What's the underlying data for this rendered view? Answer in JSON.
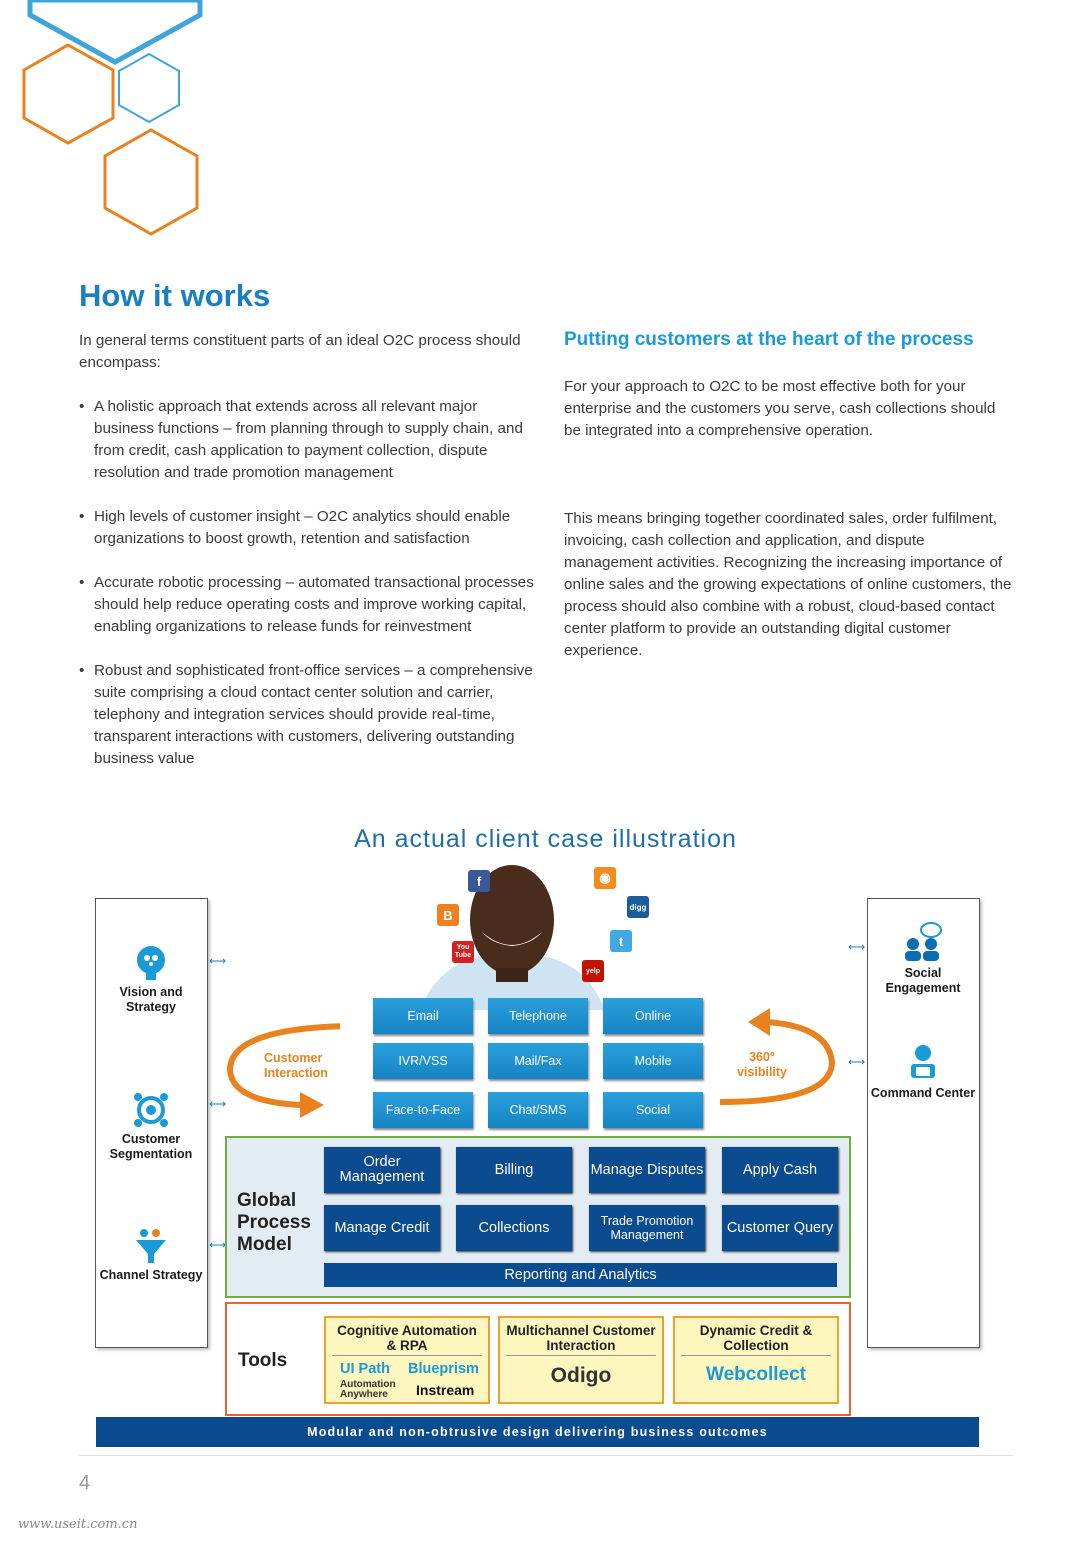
{
  "heading": "How it works",
  "left": {
    "intro": "In general terms constituent parts of an ideal O2C process should encompass:",
    "bullets": [
      "A holistic approach that extends across all relevant major business functions – from planning through to supply chain, and from credit, cash application to payment collection, dispute resolution and trade promotion management",
      "High levels of customer insight – O2C analytics should enable organizations to boost growth, retention and satisfaction",
      "Accurate robotic processing – automated transactional processes should help reduce operating costs and improve working capital, enabling organizations to release funds for reinvestment",
      "Robust and sophisticated front-office services – a comprehensive suite comprising a cloud contact center solution and carrier, telephony and integration services should provide real-time, transparent interactions with customers, delivering outstanding business value"
    ],
    "bullet_char": "•"
  },
  "right": {
    "subheading": "Putting customers at the heart of the process",
    "p1": "For your approach to O2C to be most effective both for your enterprise and the customers you serve, cash collections should be integrated into a comprehensive operation.",
    "p2": "This means bringing together coordinated sales, order fulfilment, invoicing, cash collection and application, and dispute management activities. Recognizing the increasing importance of online sales and the growing expectations of online customers, the process should also combine with a robust, cloud-based contact center platform to provide an outstanding digital customer experience."
  },
  "diagram": {
    "title": "An actual client case illustration",
    "left_panel": [
      "Vision and Strategy",
      "Customer Segmentation",
      "Channel Strategy"
    ],
    "right_panel": [
      "Social Engagement",
      "Command Center"
    ],
    "channels": [
      "Email",
      "Telephone",
      "Online",
      "IVR/VSS",
      "Mail/Fax",
      "Mobile",
      "Face-to-Face",
      "Chat/SMS",
      "Social"
    ],
    "curve_left": "Customer Interaction",
    "curve_right": "360° visibility",
    "gpm_title": "Global Process Model",
    "gpm_items": [
      "Order Management",
      "Billing",
      "Manage Disputes",
      "Apply Cash",
      "Manage Credit",
      "Collections",
      "Trade Promotion Management",
      "Customer Query"
    ],
    "reporting": "Reporting and Analytics",
    "tools_title": "Tools",
    "tools": [
      {
        "header": "Cognitive Automation & RPA",
        "v1": "UI Path",
        "v2": "Blueprism",
        "v3": "Automation Anywhere",
        "v4": "Instream"
      },
      {
        "header": "Multichannel Customer Interaction",
        "value": "Odigo"
      },
      {
        "header": "Dynamic Credit & Collection",
        "value": "Webcollect"
      }
    ],
    "footer": "Modular and non-obtrusive design delivering business outcomes",
    "social_labels": [
      "f",
      "digg",
      "You Tube",
      "yelp"
    ]
  },
  "page_number": "4",
  "watermark": "www.useit.com.cn",
  "colors": {
    "blue": "#1a7fc1",
    "orange": "#e8821e",
    "navy": "#0b4b8f"
  }
}
